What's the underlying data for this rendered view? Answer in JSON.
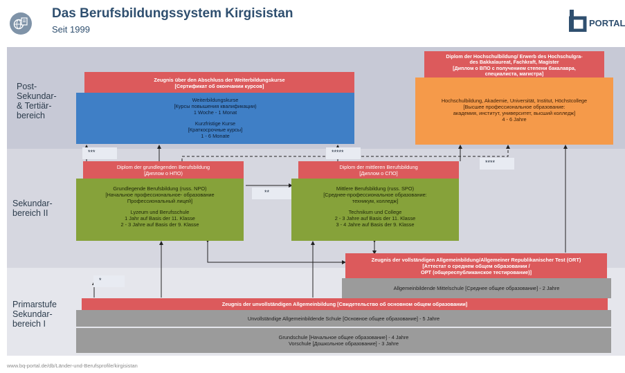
{
  "header": {
    "title": "Das Berufsbildungssystem Kirgisistan",
    "subtitle": "Seit 1999",
    "logo_text": "PORTAL",
    "globe_icon": "globe-document-icon",
    "colors": {
      "title": "#2f4f6f",
      "icon_circle": "#7f93a8",
      "logo": "#2f4f6f"
    }
  },
  "levels": {
    "post": "Post-\nSekundar-\n& Tertiär-\nbereich",
    "sek2": "Sekundar-\nbereich II",
    "primar": "Primarstufe\nSekundar-\nbereich I"
  },
  "boxes": {
    "zeugnis_weiterbildung": [
      "Zeugnis über den Abschluss der Weiterbildungskurse",
      "[Сертификат об окончании курсов]"
    ],
    "weiterbildung": [
      "Weiterbildungskurse",
      "[Курсы повышения квалификации)",
      "1 Woche - 1 Monat",
      "",
      "Kurzfristige Kurse",
      "[Краткосрочные курсы]",
      "1 - 6 Monate"
    ],
    "diplom_hochschul": [
      "Diplom der Hochschulbildung/ Erwerb des Hochschulgra-",
      "des Bakkalaureat, Fachkraft, Magister",
      "[Диплом о ВПО с получением степени бакалавра,",
      "специалиста, магистра]"
    ],
    "hochschul": [
      "Hochschulbildung, Akademie, Universität, Institut, Höchstcollege",
      "[Высшее профессиональное образование:",
      "академия, институт, университет, высший колледж]",
      "4 - 6 Jahre"
    ],
    "diplom_grund": [
      "Diplom der grundlegenden Berufsbildung",
      "[Диплом о НПО)"
    ],
    "grund": [
      "Grundlegende Berufsbildung (russ. NPO)",
      "[Начальное профессиональное- образование",
      "Профессиональный лицей]",
      "",
      "Lyzeum und Berufsschule",
      "1 Jahr auf Basis der 11. Klasse",
      "2 - 3 Jahre auf Basis der 9. Klasse"
    ],
    "diplom_mittel": [
      "Diplom der mittleren Berufsbildung",
      "[Диплом о СПО]"
    ],
    "mittel": [
      "Mittlere Berufsbildung (russ. SPO)",
      "[Среднее-профессиональное образование:",
      "техникум, колледж]",
      "",
      "Technikum und College",
      "2 - 3 Jahre auf Basis der 11. Klasse",
      "3 - 4 Jahre auf Basis der 9. Klasse"
    ],
    "zeugnis_ort": [
      "Zeugnis der vollständigen Allgemeinbildung/Allgemeiner Republikanischer Test (ORT)",
      "[Аттестат о среднем общем образовании /",
      "ОРТ (общереспубликанское тестирование)]"
    ],
    "mittelschule": [
      "Allgemeinbildende Mittelschule [Среднее общее образование] - 2 Jahre"
    ],
    "zeugnis_unvoll": [
      "Zeugnis der unvollständigen Allgemeinbildung [Свидетельство об основном общем образовании]"
    ],
    "unvoll_schule": [
      "Unvollständige Allgemeinbildende Schule [Основное общее образование] - 5 Jahre"
    ],
    "grundschule": [
      "Grundschule [Начальное общее образование] - 4 Jahre",
      "Vorschule [Дошкольное образование] - 3 Jahre"
    ]
  },
  "annotations": {
    "star1": "*",
    "star2": "**",
    "star3": "***",
    "star4": "****",
    "star5": "*****"
  },
  "footer": {
    "url": "www.bq-portal.de/db/Länder-und-Berufsprofile/kirgisistan"
  },
  "colors": {
    "band_post": "#c7c9d6",
    "band_sek2": "#d6d7e0",
    "band_primar": "#e5e6ec",
    "red": "#dc5a5c",
    "blue": "#3f7fc6",
    "green": "#86a23a",
    "orange": "#f59a4a",
    "grey": "#9b9b9b"
  }
}
